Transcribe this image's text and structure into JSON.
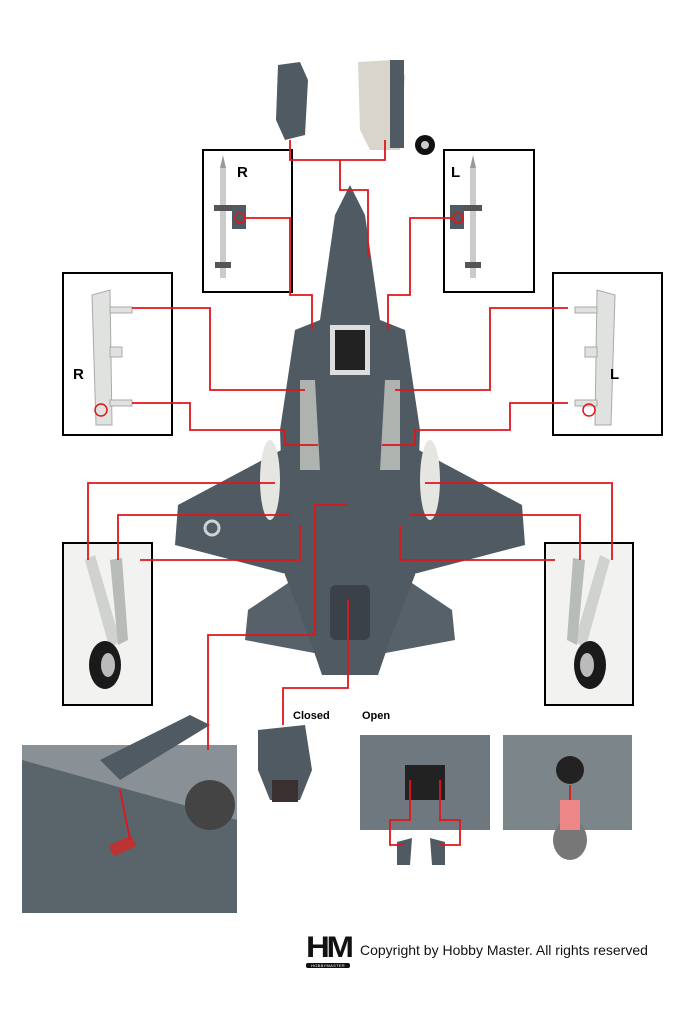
{
  "labels": {
    "missile_right": "R",
    "missile_left": "L",
    "pylon_right": "R",
    "pylon_left": "L",
    "closed": "Closed",
    "open": "Open"
  },
  "footer": {
    "logo_text": "HM",
    "logo_subtext": "HOBBYMASTER",
    "copyright": "Copyright by Hobby Master. All rights reserved"
  },
  "colors": {
    "aircraft": "#4f5a63",
    "aircraft_light": "#6b757d",
    "callout_line": "#e0161b",
    "parts_light": "#d8dbd6",
    "box_border": "#000000"
  }
}
